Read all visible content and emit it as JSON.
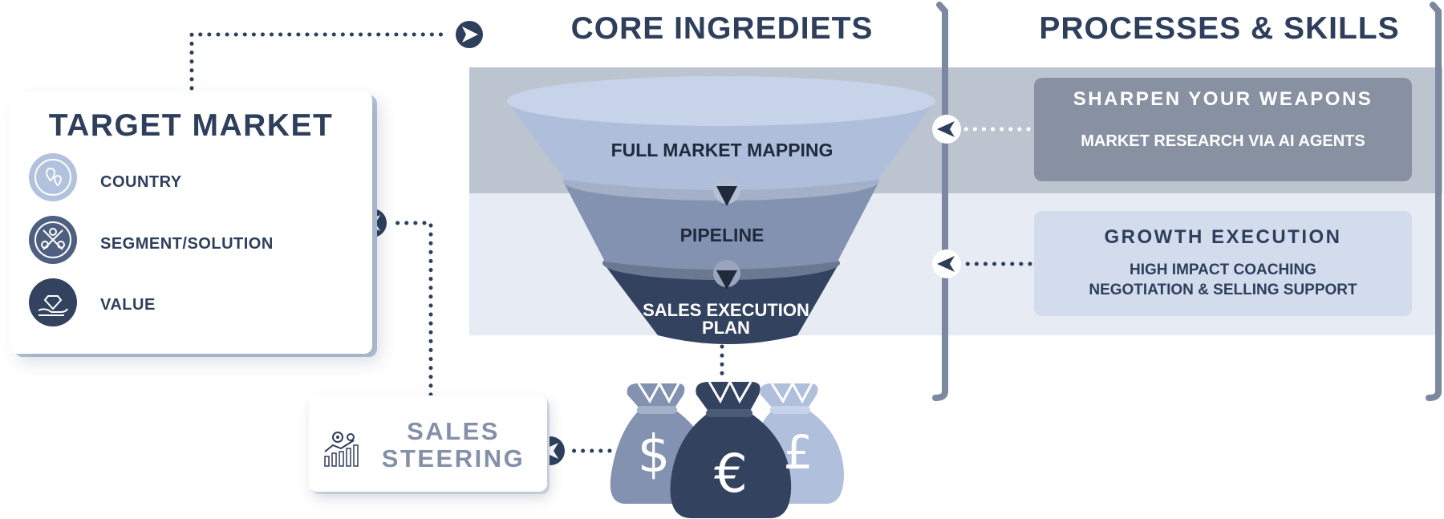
{
  "columns": {
    "core_title": "CORE INGREDIETS",
    "processes_title": "PROCESSES & SKILLS"
  },
  "target_market": {
    "title": "TARGET MARKET",
    "items": [
      {
        "label": "COUNTRY",
        "icon": "map-pins-icon"
      },
      {
        "label": "SEGMENT/SOLUTION",
        "icon": "people-network-icon"
      },
      {
        "label": "VALUE",
        "icon": "diamond-hand-icon"
      }
    ]
  },
  "funnel": {
    "stages": [
      {
        "label": "FULL MARKET MAPPING"
      },
      {
        "label": "PIPELINE"
      },
      {
        "label_line1": "SALES EXECUTION",
        "label_line2": "PLAN"
      }
    ]
  },
  "processes": {
    "boxes": [
      {
        "title": "SHARPEN YOUR WEAPONS",
        "lines": [
          "MARKET RESEARCH VIA AI AGENTS"
        ]
      },
      {
        "title": "GROWTH EXECUTION",
        "lines": [
          "HIGH IMPACT COACHING",
          "NEGOTIATION & SELLING SUPPORT"
        ]
      }
    ]
  },
  "money": {
    "symbols": [
      "$",
      "€",
      "£"
    ]
  },
  "sales_steering": {
    "title_line1": "SALES",
    "title_line2": "STEERING",
    "icon": "growth-chart-gear-icon"
  },
  "colors": {
    "navy": "#2e3f5c",
    "funnel_top": "#afbfdc",
    "funnel_mid": "#8392b0",
    "funnel_bottom": "#33435f",
    "band_top": "#bcc4d0",
    "band_bottom": "#e6ebf4",
    "box_top": "#8891a2",
    "box_bottom": "#d3dcec"
  }
}
